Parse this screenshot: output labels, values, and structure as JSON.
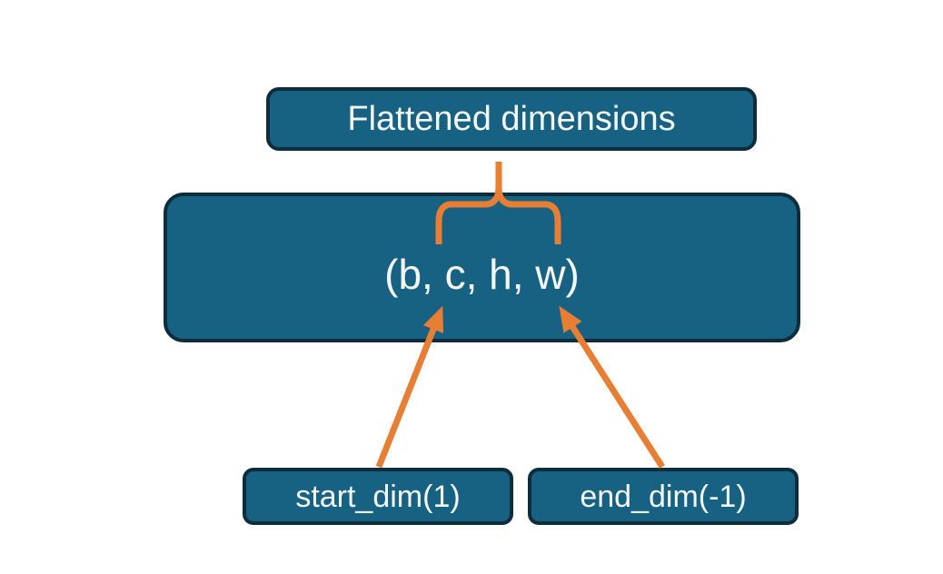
{
  "diagram": {
    "title_box": {
      "label": "Flattened dimensions"
    },
    "tensor_box": {
      "label": "(b, c, h, w)"
    },
    "start_dim_box": {
      "label": "start_dim(1)"
    },
    "end_dim_box": {
      "label": "end_dim(-1)"
    },
    "connectors": [
      {
        "type": "brace",
        "from": "title_box",
        "to": "dims c,h,w of tensor_box"
      },
      {
        "type": "arrow",
        "from": "start_dim_box",
        "to": "dim c of tensor_box"
      },
      {
        "type": "arrow",
        "from": "end_dim_box",
        "to": "dim w of tensor_box"
      }
    ],
    "colors": {
      "box_fill": "#176282",
      "box_border": "#0d2c3c",
      "accent_orange": "#e87e33",
      "text": "#f4f7f8",
      "background": "#ffffff"
    }
  }
}
